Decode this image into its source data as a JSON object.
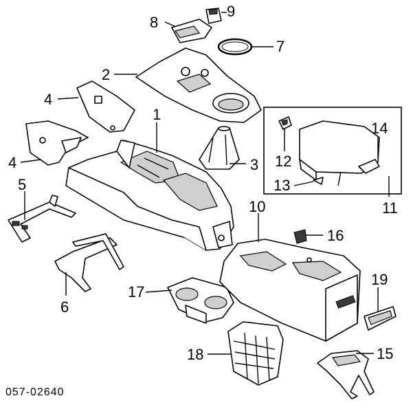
{
  "diagram": {
    "callouts": {
      "p1": "1",
      "p2": "2",
      "p3": "3",
      "p4a": "4",
      "p4b": "4",
      "p5": "5",
      "p6": "6",
      "p7": "7",
      "p8": "8",
      "p9": "9",
      "p10": "10",
      "p11": "11",
      "p12": "12",
      "p13": "13",
      "p14": "14",
      "p15": "15",
      "p16": "16",
      "p17": "17",
      "p18": "18",
      "p19": "19"
    },
    "reference_code": "057-02640"
  }
}
